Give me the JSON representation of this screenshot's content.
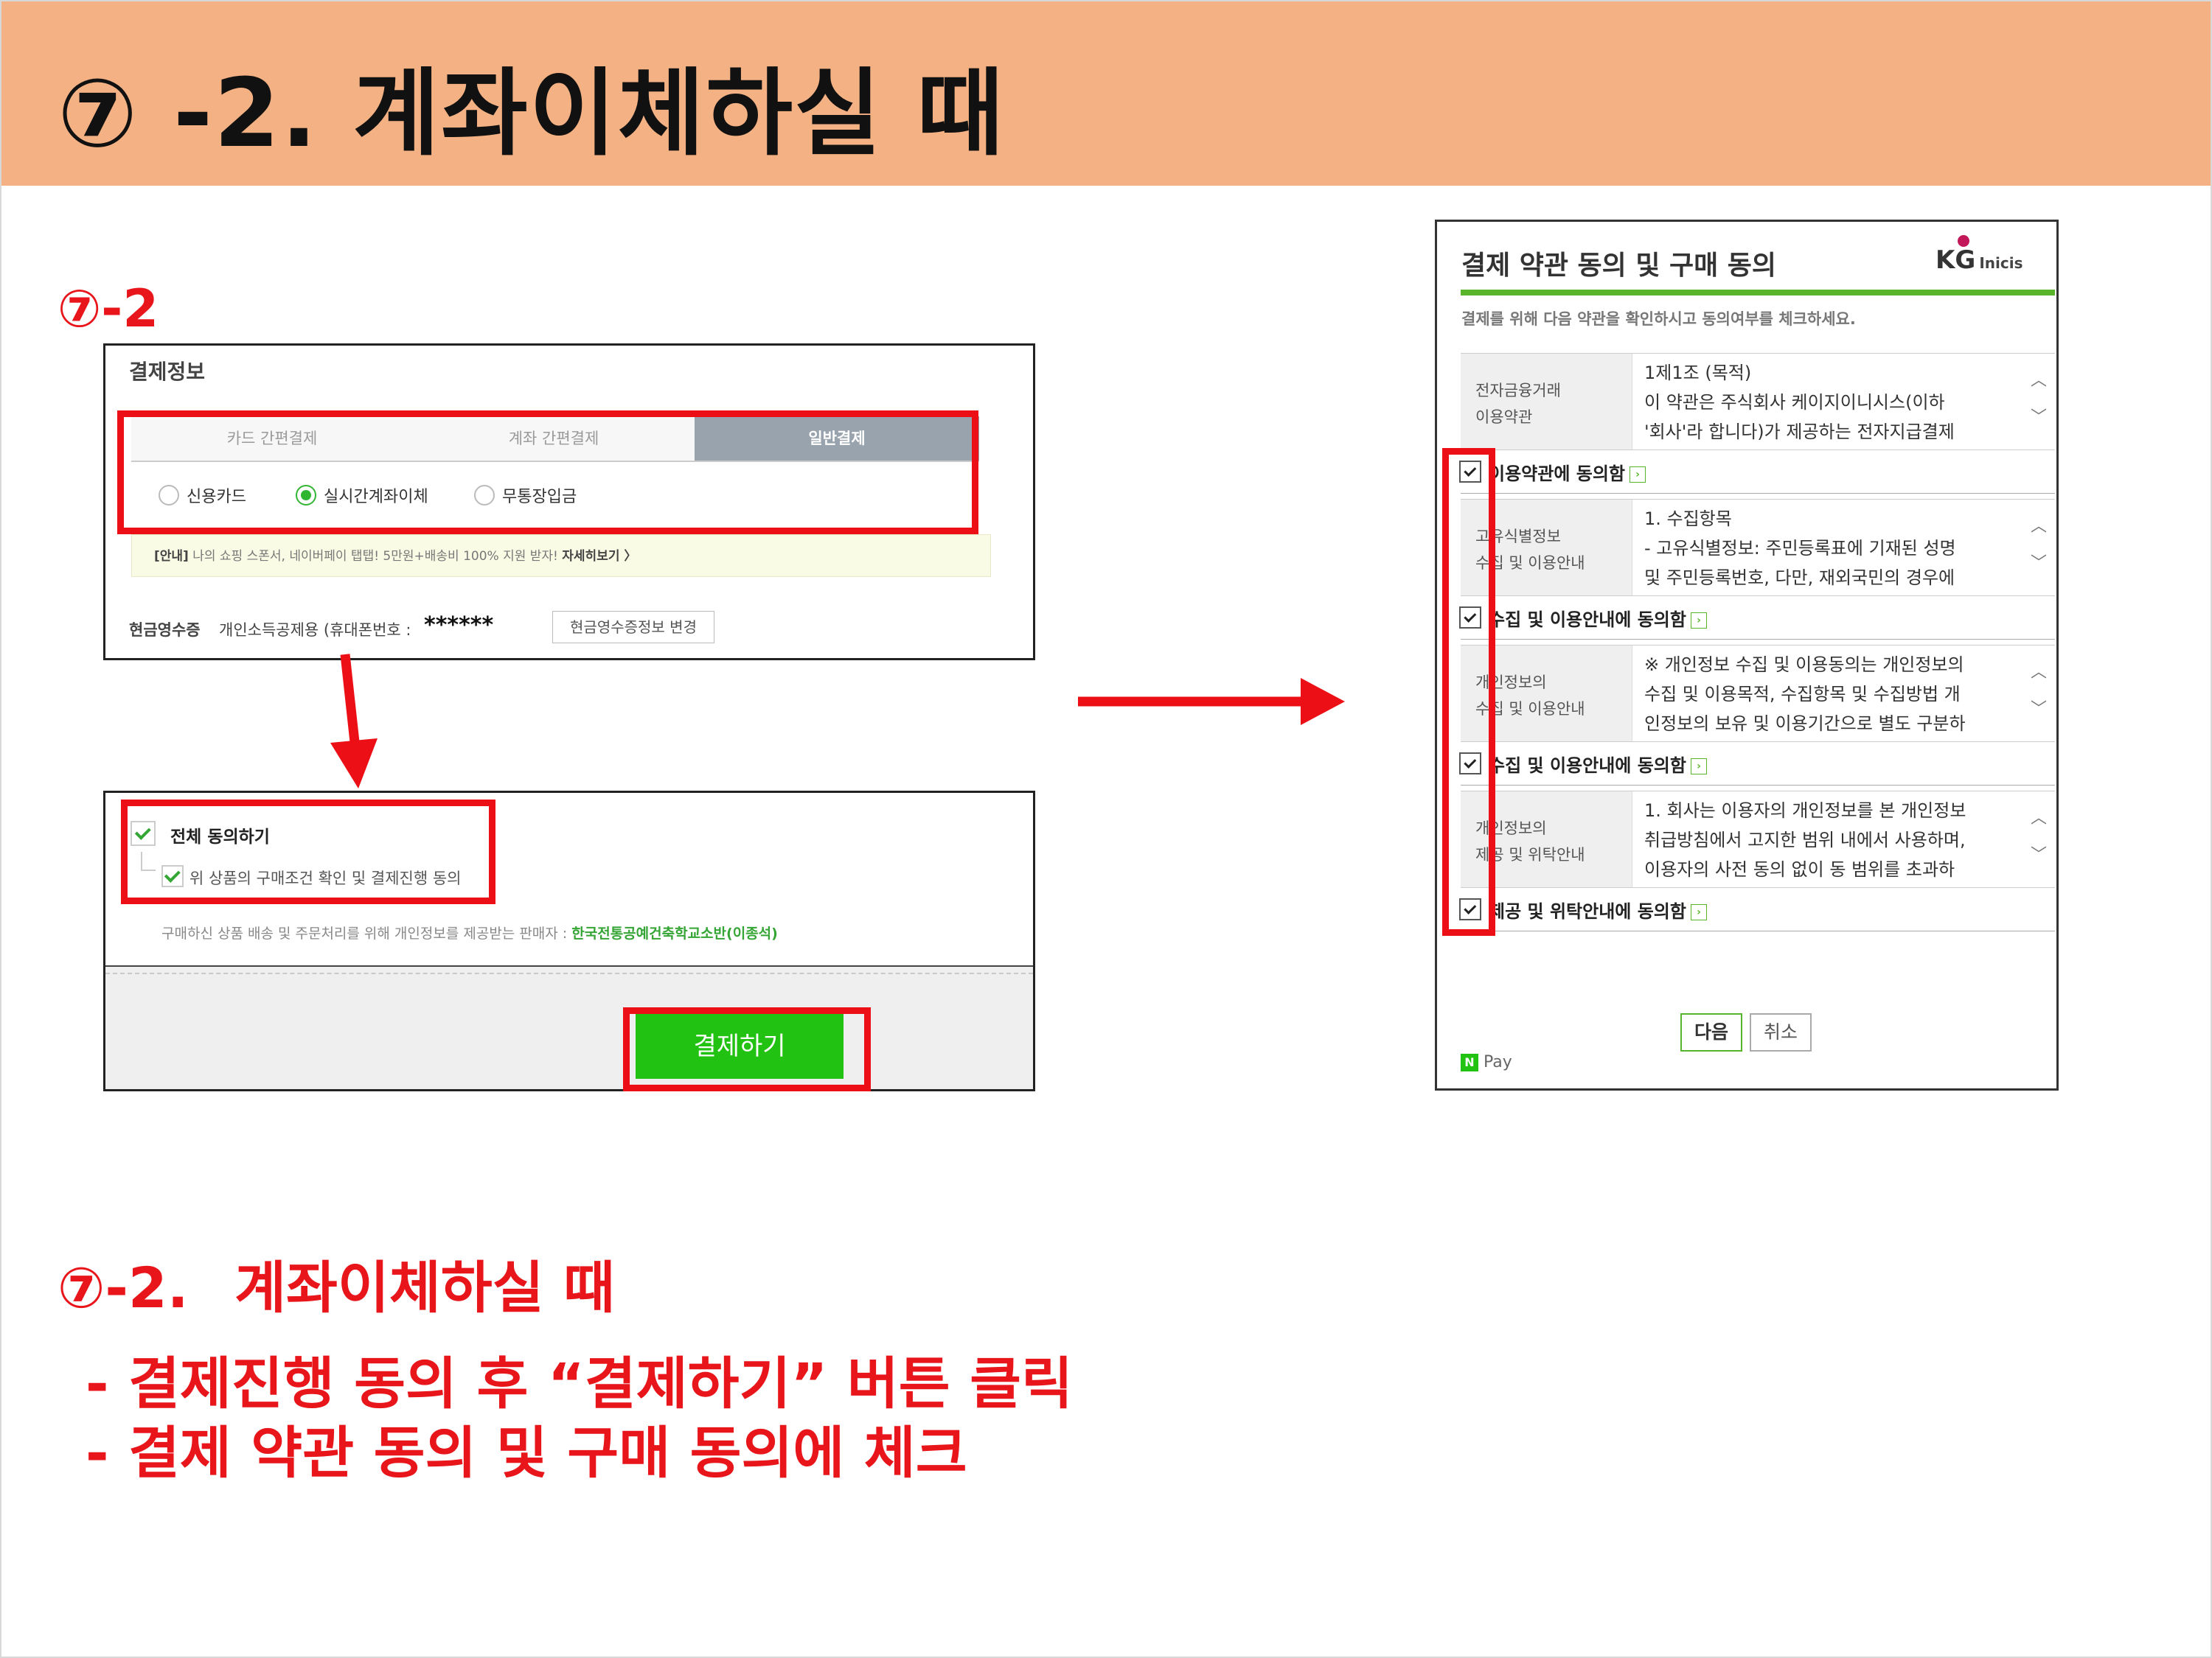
{
  "header": {
    "title": "⑦ -2. 계좌이체하실 때"
  },
  "step_label": "⑦-2",
  "payment_info": {
    "title": "결제정보",
    "tabs": [
      "카드 간편결제",
      "계좌 간편결제",
      "일반결제"
    ],
    "radios": [
      "신용카드",
      "실시간계좌이체",
      "무통장입금"
    ],
    "notice_prefix": "[안내]",
    "notice_text": " 나의 쇼핑 스폰서, 네이버페이 탭탭! 5만원+배송비 100% 지원 받자! ",
    "notice_link": "자세히보기 〉",
    "receipt_label": "현금영수증",
    "receipt_value": "개인소득공제용 (휴대폰번호 :",
    "receipt_masked": "******",
    "receipt_button": "현금영수증정보 변경"
  },
  "agreement": {
    "all_agree": "전체 동의하기",
    "sub_agree": "위 상품의 구매조건 확인 및 결제진행 동의",
    "seller_text": "구매하신 상품 배송 및 주문처리를 위해 개인정보를 제공받는 판매자 :",
    "seller_name": "한국전통공예건축학교소반(이종석)",
    "pay_button": "결제하기"
  },
  "dialog": {
    "title": "결제 약관 동의 및 구매 동의",
    "logo_kg": "KG",
    "logo_inicis": "Inicis",
    "description": "결제를 위해 다음 약관을 확인하시고 동의여부를 체크하세요.",
    "terms": [
      {
        "label_1": "전자금융거래",
        "label_2": "이용약관",
        "lines": [
          "1제1조 (목적)",
          "이 약관은 주식회사 케이지이니시스(이하",
          "'회사'라 합니다)가 제공하는 전자지급결제"
        ],
        "agree": "이용약관에 동의함"
      },
      {
        "label_1": "고유식별정보",
        "label_2": "수집 및 이용안내",
        "lines": [
          "1. 수집항목",
          "- 고유식별정보: 주민등록표에 기재된 성명",
          "및 주민등록번호, 다만, 재외국민의 경우에"
        ],
        "agree": "수집 및 이용안내에 동의함"
      },
      {
        "label_1": "개인정보의",
        "label_2": "수집 및 이용안내",
        "lines": [
          "※ 개인정보 수집 및 이용동의는 개인정보의",
          "수집 및 이용목적, 수집항목 및 수집방법 개",
          "인정보의 보유 및 이용기간으로 별도 구분하"
        ],
        "agree": "수집 및 이용안내에 동의함"
      },
      {
        "label_1": "개인정보의",
        "label_2": "제공 및 위탁안내",
        "lines": [
          "1. 회사는 이용자의 개인정보를 본 개인정보",
          "취급방침에서 고지한 범위 내에서 사용하며,",
          "이용자의 사전 동의 없이 동 범위를 초과하"
        ],
        "agree": "제공 및 위탁안내에 동의함"
      }
    ],
    "next_button": "다음",
    "cancel_button": "취소",
    "npay_label": "Pay"
  },
  "instructions": {
    "heading_num": "⑦-2.",
    "heading_text": "계좌이체하실 때",
    "line_1": "- 결제진행 동의 후 “결제하기” 버튼 클릭",
    "line_2": "- 결제 약관 동의 및 구매 동의에 체크"
  },
  "colors": {
    "header_bg": "#f4b183",
    "highlight_red": "#ec0f16",
    "pay_green": "#21c212",
    "accent_green": "#58b52a"
  }
}
